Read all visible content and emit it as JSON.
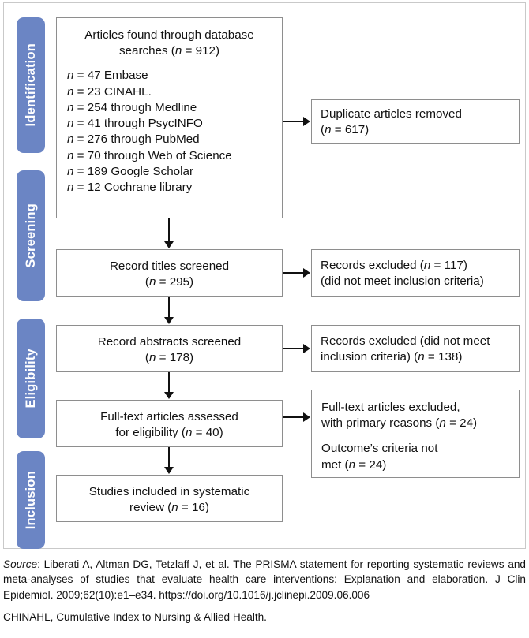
{
  "diagram": {
    "type": "prisma-flow-diagram",
    "stages": [
      {
        "id": "identification",
        "label": "Identification"
      },
      {
        "id": "screening",
        "label": "Screening"
      },
      {
        "id": "eligibility",
        "label": "Eligibility"
      },
      {
        "id": "inclusion",
        "label": "Inclusion"
      }
    ],
    "accent_color": "#6b85c4",
    "box_border_color": "#8e8e8e",
    "identification": {
      "title_line_1": "Articles found through database",
      "title_line_2": "searches (",
      "title_n_symbol": "n",
      "title_line_3": " = 912)",
      "sources": [
        {
          "n_symbol": "n",
          "eq": " = 47 Embase"
        },
        {
          "n_symbol": "n",
          "eq": " = 23 CINAHL."
        },
        {
          "n_symbol": "n",
          "eq": " = 254 through Medline"
        },
        {
          "n_symbol": "n",
          "eq": " = 41 through PsycINFO"
        },
        {
          "n_symbol": "n",
          "eq": " = 276 through PubMed"
        },
        {
          "n_symbol": "n",
          "eq": " = 70 through Web of Science"
        },
        {
          "n_symbol": "n",
          "eq": " = 189 Google Scholar"
        },
        {
          "n_symbol": "n",
          "eq": " = 12 Cochrane library"
        }
      ],
      "total": 912
    },
    "duplicates_removed": {
      "line_1": "Duplicate articles removed",
      "prefix": "(",
      "n_symbol": "n",
      "suffix": " = 617)",
      "count": 617
    },
    "titles_screened": {
      "line_1": "Record titles screened",
      "prefix": "(",
      "n_symbol": "n",
      "suffix": " = 295)",
      "count": 295
    },
    "records_excluded_titles": {
      "line_1_pre": "Records excluded (",
      "n_symbol": "n",
      "line_1_post": " = 117)",
      "line_2": "(did not meet inclusion criteria)",
      "count": 117
    },
    "abstracts_screened": {
      "line_1": "Record abstracts screened",
      "prefix": "(",
      "n_symbol": "n",
      "suffix": " = 178)",
      "count": 178
    },
    "records_excluded_abstracts": {
      "line_1": "Records excluded (did not meet",
      "line_2_pre": "inclusion criteria) (",
      "n_symbol": "n",
      "line_2_post": " = 138)",
      "count": 138
    },
    "fulltext_assessed": {
      "line_1": "Full-text articles assessed",
      "line_2_pre": "for eligibility (",
      "n_symbol": "n",
      "line_2_post": " = 40)",
      "count": 40
    },
    "fulltext_excluded": {
      "para_1_line_1": "Full-text articles excluded,",
      "para_1_line_2_pre": "with primary reasons (",
      "para_1_n_symbol": "n",
      "para_1_line_2_post": " = 24)",
      "para_1_count": 24,
      "para_2_line_1": "Outcome’s criteria not",
      "para_2_line_2_pre": "met (",
      "para_2_n_symbol": "n",
      "para_2_line_2_post": " = 24)",
      "para_2_count": 24
    },
    "studies_included": {
      "line_1": "Studies included in systematic",
      "line_2_pre": "review (",
      "n_symbol": "n",
      "line_2_post": " = 16)",
      "count": 16
    }
  },
  "footnote": {
    "source_label": "Source",
    "source_text": ": Liberati A, Altman DG, Tetzlaff J, et al. The PRISMA statement for reporting systematic reviews and meta-analyses of studies that evaluate health care interventions: Explanation and elaboration. J Clin Epidemiol. 2009;62(10):e1–e34. https://doi.org/10.1016/j.jclinepi.2009.06.006",
    "abbreviation": "CHINAHL, Cumulative Index to Nursing & Allied Health."
  }
}
